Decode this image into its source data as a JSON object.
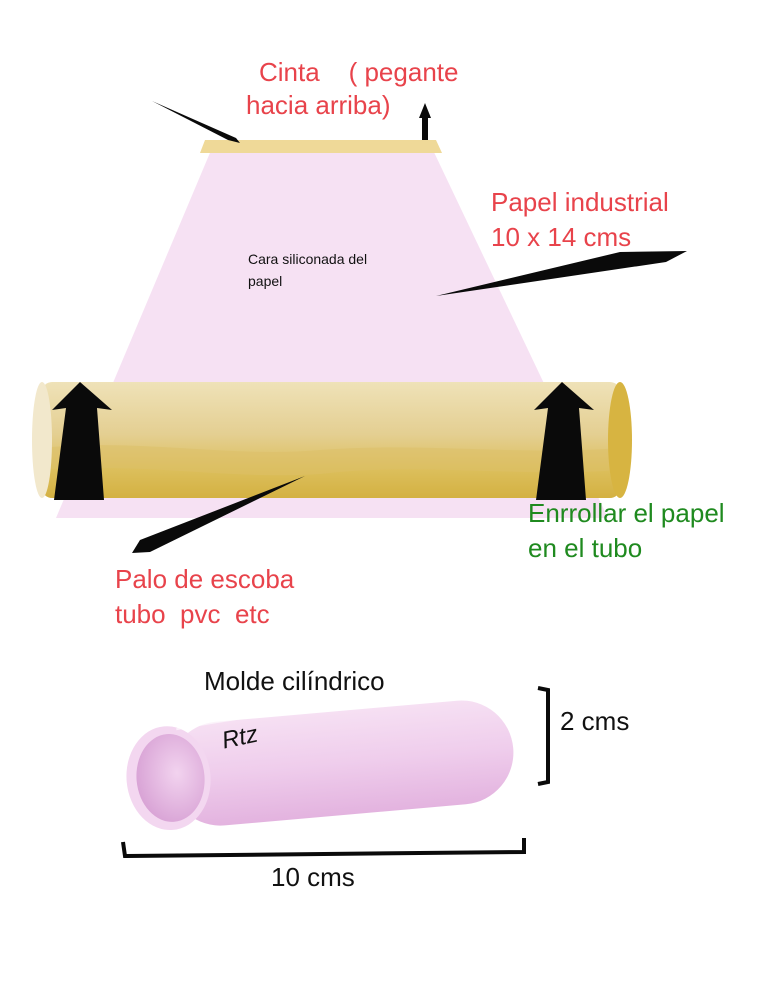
{
  "labels": {
    "tape_line1": "Cinta    ( pegante",
    "tape_line2": "hacia arriba)",
    "paper_line1": "Papel industrial",
    "paper_line2": "10 x 14 cms",
    "paper_face_line1": "Cara siliconada del",
    "paper_face_line2": "papel",
    "roll_line1": "Enrrollar el papel",
    "roll_line2": "en el tubo",
    "stick_line1": "Palo de escoba",
    "stick_line2": "tubo  pvc  etc",
    "mold_title": "Molde cilíndrico",
    "signature": "Rtz",
    "height_dim": "2 cms",
    "length_dim": "10 cms"
  },
  "colors": {
    "label_red": "#e8434b",
    "label_green": "#1f8a1f",
    "paper_pink": "#f6e1f3",
    "tube_tan": "#e6d29a",
    "tube_gold": "#d8b84e",
    "tape": "#f0dc9a",
    "mold_pink": "#efc6ec",
    "arrow_black": "#0a0a0a"
  },
  "icons": [
    "up-arrow-icon",
    "pointer-wedge-icon"
  ]
}
